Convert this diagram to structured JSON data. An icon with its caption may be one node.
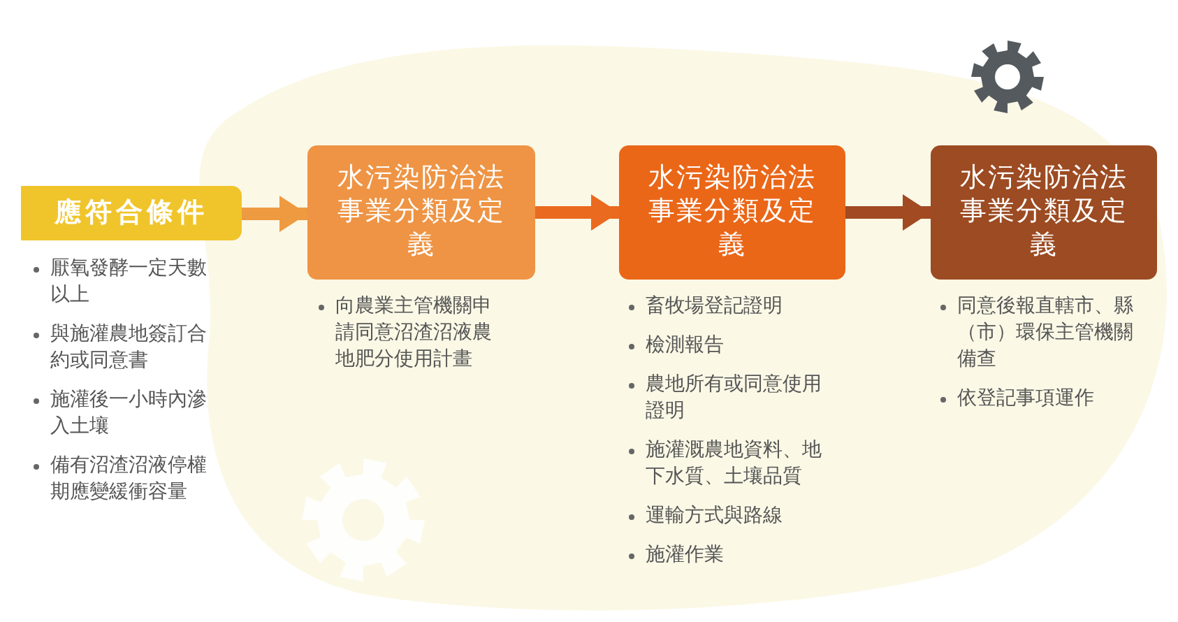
{
  "diagram": {
    "nodes": [
      {
        "text": [
          "應符合條件"
        ],
        "beside": [
          "厭氧發酵一定天數以上",
          "與施灌農地簽訂合約或同意書",
          "施灌後一小時內滲入土壤",
          "備有沼渣沼液停權期應變緩衝容量"
        ]
      },
      {
        "text": [
          "水污染防治法事業分類及定義"
        ],
        "beside": [
          "向農業主管機關申請同意沼渣沼液農地肥分使用計畫"
        ]
      },
      {
        "text": [
          "水污染防治法事業分類及定義"
        ],
        "beside": [
          "畜牧場登記證明",
          "檢測報告",
          "農地所有或同意使用證明",
          "施灌溉農地資料、地下水質、土壤品質",
          "運輸方式與路線",
          "施灌作業"
        ]
      },
      {
        "text": [
          "水污染防治法事業分類及定義"
        ],
        "beside": [
          "同意後報直轄市、縣（市）環保主管機關備查",
          "依登記事項運作"
        ]
      }
    ],
    "edges": [
      {
        "from": 0,
        "to": 1,
        "arrow": "to"
      },
      {
        "from": 1,
        "to": 2,
        "arrow": "to"
      },
      {
        "from": 2,
        "to": 3,
        "arrow": "to"
      }
    ]
  }
}
